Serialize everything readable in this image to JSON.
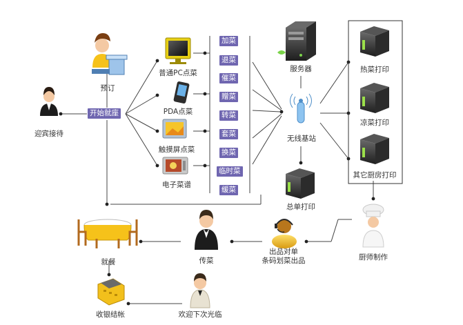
{
  "nodes": {
    "greeter": "迎宾接待",
    "booking": "预订",
    "start_seating": "开始就座",
    "pc_order": "普通PC点菜",
    "pda_order": "PDA点菜",
    "touch_order": "触摸屏点菜",
    "e_menu": "电子菜谱",
    "server": "服务器",
    "base_station": "无线基站",
    "hot_printer": "热菜打印",
    "cold_printer": "凉菜打印",
    "kitchen_printer": "其它厨房打印",
    "summary_printer": "总单打印",
    "chef": "厨师制作",
    "dispatch_line1": "出品对单",
    "dispatch_line2": "条码划菜出品",
    "serve": "传菜",
    "dining": "就餐",
    "cashier": "收银结帐",
    "farewell": "欢迎下次光临"
  },
  "operations": [
    "加菜",
    "退菜",
    "催菜",
    "赠菜",
    "转菜",
    "套菜",
    "换菜",
    "临时菜",
    "缓菜"
  ],
  "colors": {
    "tag_bg": "#6f66b0",
    "line": "#333333"
  }
}
